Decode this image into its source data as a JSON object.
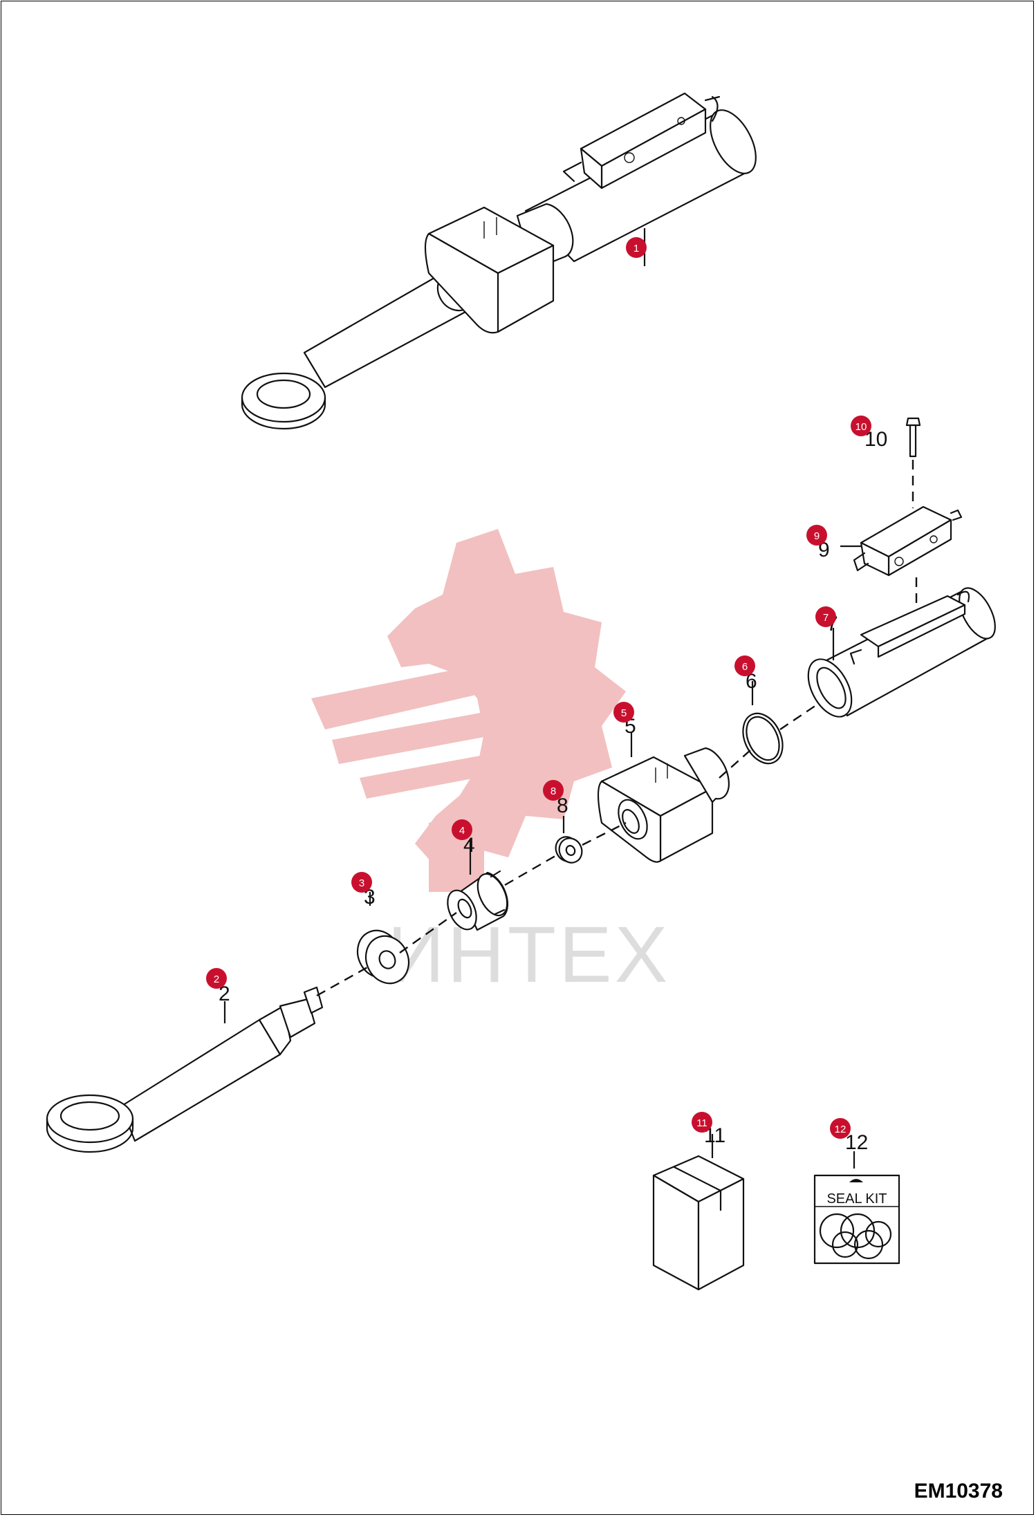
{
  "watermark": {
    "text": "ИНТЕХ",
    "color": "#f2c0c0"
  },
  "accent_color": "#c8102e",
  "diagram_code": "EM10378",
  "seal_kit_label": "SEAL KIT",
  "callouts": [
    {
      "id": "1",
      "label": "1"
    },
    {
      "id": "2",
      "label": "2"
    },
    {
      "id": "3",
      "label": "3"
    },
    {
      "id": "4",
      "label": "4"
    },
    {
      "id": "5",
      "label": "5"
    },
    {
      "id": "6",
      "label": "6"
    },
    {
      "id": "7",
      "label": "7"
    },
    {
      "id": "8",
      "label": "8"
    },
    {
      "id": "9",
      "label": "9"
    },
    {
      "id": "10",
      "label": "10"
    },
    {
      "id": "11",
      "label": "11"
    },
    {
      "id": "12",
      "label": "12"
    }
  ]
}
